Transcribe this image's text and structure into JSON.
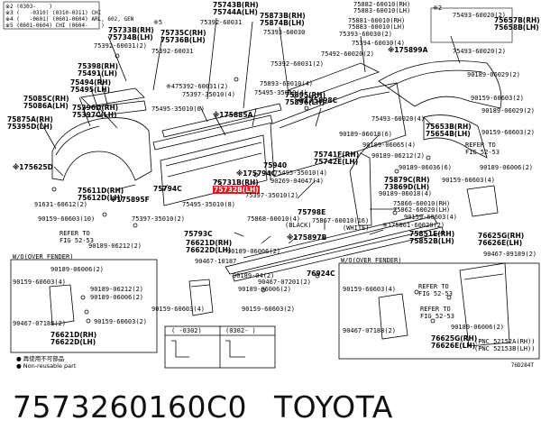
{
  "notes_top_left": [
    "※2 (0303-    )",
    "※3 (   -0310) (0310-0311) CHI",
    "※4 (   -0601) (0601-0604) ARL, 602, GEN",
    "※5 (0601-0604) CHI (0604-    )"
  ],
  "labels": {
    "p1": "75733B(RH)",
    "p2": "75734B(LH)",
    "p3": "※5",
    "p4": "75735C(RH)",
    "p5": "75736B(LH)",
    "p6": "75743B(RH)",
    "p7": "75744A(LH)",
    "p8": "75392-60031",
    "p9": "75873B(RH)",
    "p10": "75874B(LH)",
    "p11": "75393-60030",
    "p12": "75882-60010(RH)",
    "p13": "75883-60010(LH)",
    "p14": "75881-60010(RH)",
    "p15": "75883-60010(LH)",
    "p16": "※2",
    "p17": "75493-60020(2)",
    "p18": "75657B(RH)",
    "p19": "75658B(LH)",
    "p20": "75392-60031",
    "p21": "75393-60030(2)",
    "p22": "75394-60030(4)",
    "p23": "※175899A",
    "p24": "75492-60020(2)",
    "p25": "75493-60020(2)",
    "p26": "75392-60031(2)",
    "p27": "75398(RH)",
    "p28": "75491(LH)",
    "p29": "75494(RH)",
    "p30": "75495(LH)",
    "p31": "75392-60031(2)",
    "p32": "※475392-60031(2)",
    "p33": "75397-35010(4)",
    "p34": "75893-60010(4)",
    "p35": "75495-35010(4)",
    "p36": "※175898C",
    "p37": "75895(RH)",
    "p38": "75896(LH)",
    "p39": "90189-06029(2)",
    "p40": "90159-60603(2)",
    "p41": "75085C(RH)",
    "p42": "75086A(LH)",
    "p43": "75396D(RH)",
    "p44": "75397C(LH)",
    "p45": "75875A(RH)",
    "p46": "75395D(LH)",
    "p47": "75495-35010(6)",
    "p48": "※175885A",
    "p49": "75493-60020(4)",
    "p50": "75653B(RH)",
    "p51": "75654B(LH)",
    "p52": "90189-06029(2)",
    "p53": "90189-06018(6)",
    "p54": "90159-60603(2)",
    "p55": "90189-06065(4)",
    "p56": "REFER TO",
    "p57": "FIG 52-53",
    "p58": "※175625D",
    "p59": "75741F(RH)",
    "p60": "75742E(LH)",
    "p61": "90189-06212(2)",
    "p62": "75940",
    "p63": "75495-35010(4)",
    "p64": "※175794C",
    "p65": "90189-06036(6)",
    "p66": "90189-06006(2)",
    "p67": "75731B(RH)",
    "p68": "75732B(LH)",
    "p69": "90269-04047(4)",
    "p70": "75879C(RH)",
    "p71": "73869D(LH)",
    "p72": "90159-60603(4)",
    "p73": "75611D(RH)",
    "p74": "75612D(LH)",
    "p75": "※175895F",
    "p76": "75794C",
    "p77": "75397-35010(2)",
    "p78": "90189-06018(4)",
    "p79": "91631-60612(2)",
    "p80": "75495-35010(8)",
    "p81": "75798E",
    "p82": "75866-60010(RH)",
    "p83": "75862-60020(LH)",
    "p84": "90159-60603(10)",
    "p85": "75397-35010(2)",
    "p86": "75868-60010(4)",
    "p87": "(BLACK)",
    "p88": "75867-60010(16)",
    "p89": "(WHITE)",
    "p90": "90159-60603(4)",
    "p91": "※175861-60020(2)",
    "p92": "75851E(RH)",
    "p93": "75852B(LH)",
    "p94": "76625G(RH)",
    "p95": "76626E(LH)",
    "p96": "REFER TO",
    "p97": "FIG 52-53",
    "p98": "90189-06212(2)",
    "p99": "75793C",
    "p100": "76621D(RH)",
    "p101": "76622D(LH)",
    "p102": "90189-06006(2)",
    "p103": "※175897B",
    "p104": "90467-09189(2)",
    "p105": "90467-10187",
    "p106": "76924C",
    "p107": "90189-04(2)",
    "p108": "90467-07201(2)",
    "p109": "90189-06006(2)",
    "p110": "90159-60603(4)",
    "p111": "90159-60603(2)",
    "p112": "W/O(OVER FENDER)",
    "p113": "W/O(OVER FENDER)"
  },
  "inset_left": {
    "title": "W/O(OVER FENDER)",
    "items": [
      "90189-06006(2)",
      "90159-60603(4)",
      "90189-06212(2)",
      "90189-06006(2)",
      "90467-07188(2)",
      "90159-60603(2)",
      "76621D(RH)",
      "76622D(LH)"
    ]
  },
  "inset_right": {
    "title": "W/O(OVER FENDER)",
    "items": [
      "90159-60603(4)",
      "REFER TO",
      "FIG 52-53",
      "REFER TO",
      "FIG 52-53",
      "90467-07188(2)",
      "90189-06006(2)",
      "76625G(RH)",
      "76626E(LH)",
      "(PNC 52152A(RH))",
      "(PNC 52153B(LH))"
    ]
  },
  "bottom_table": {
    "col1": "(     -0302)",
    "col2": "(0302-     )"
  },
  "legend": [
    "● 再使用不可部品",
    "● Non-reusable part"
  ],
  "figure_id": "76D284T",
  "caption": {
    "part_number": "7573260160C0",
    "brand": "TOYOTA"
  },
  "colors": {
    "highlight": "#e31818",
    "ink": "#000000"
  }
}
